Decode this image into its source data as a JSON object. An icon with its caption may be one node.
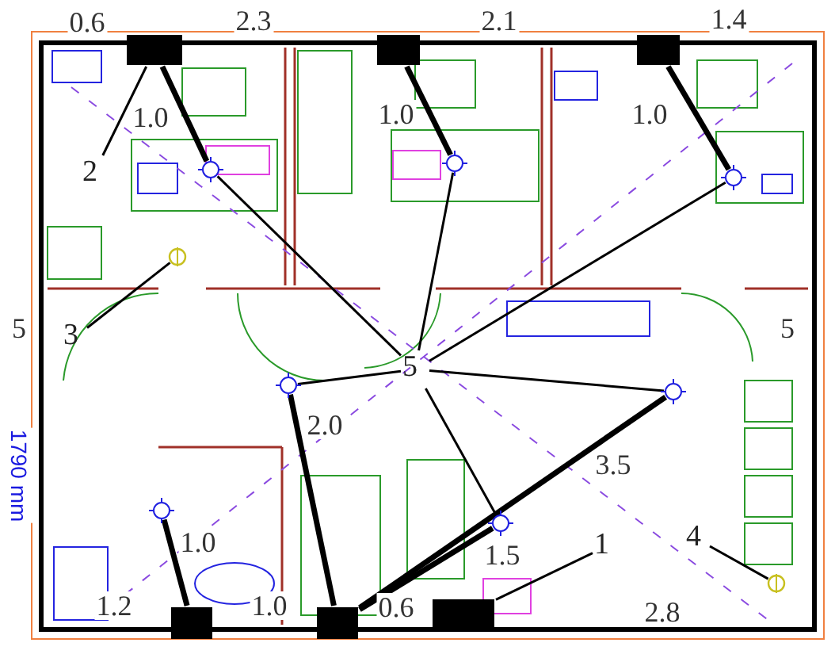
{
  "diagram": {
    "nodes": [
      {
        "text": [],
        "shape": "box"
      },
      {
        "text": [],
        "shape": "box"
      },
      {
        "text": [],
        "shape": "box"
      },
      {
        "text": [
          "2"
        ]
      },
      {
        "text": [],
        "shape": "circle"
      },
      {
        "text": [],
        "shape": "circle"
      },
      {
        "text": [],
        "shape": "circle"
      },
      {
        "text": [],
        "shape": "circle"
      },
      {
        "text": [
          "3"
        ]
      },
      {
        "text": [
          "5"
        ]
      },
      {
        "text": [],
        "shape": "circle"
      },
      {
        "text": [],
        "shape": "circle"
      },
      {
        "text": [],
        "shape": "circle"
      },
      {
        "text": [],
        "shape": "circle"
      },
      {
        "text": [
          "1"
        ]
      },
      {
        "text": [
          "4"
        ]
      },
      {
        "text": [],
        "shape": "circle"
      },
      {
        "text": [],
        "shape": "box"
      },
      {
        "text": [],
        "shape": "box"
      },
      {
        "text": [],
        "shape": "box"
      }
    ],
    "edges": [
      {
        "from": 0,
        "to": 4,
        "arrow": "none",
        "style": "thick"
      },
      {
        "from": 1,
        "to": 5,
        "arrow": "none",
        "style": "thick"
      },
      {
        "from": 2,
        "to": 6,
        "arrow": "none",
        "style": "thick"
      },
      {
        "from": 17,
        "to": 12,
        "arrow": "none",
        "style": "thick"
      },
      {
        "from": 18,
        "to": 10,
        "arrow": "none",
        "style": "thick"
      },
      {
        "from": 18,
        "to": 11,
        "arrow": "none",
        "style": "thick"
      },
      {
        "from": 18,
        "to": 13,
        "arrow": "none",
        "style": "thick"
      },
      {
        "from": 3,
        "to": 0,
        "arrow": "none"
      },
      {
        "from": 8,
        "to": 7,
        "arrow": "none"
      },
      {
        "from": 9,
        "to": 4,
        "arrow": "none"
      },
      {
        "from": 9,
        "to": 5,
        "arrow": "none"
      },
      {
        "from": 9,
        "to": 6,
        "arrow": "none"
      },
      {
        "from": 9,
        "to": 10,
        "arrow": "none"
      },
      {
        "from": 9,
        "to": 11,
        "arrow": "none"
      },
      {
        "from": 9,
        "to": 13,
        "arrow": "none"
      },
      {
        "from": 14,
        "to": 19,
        "arrow": "none"
      },
      {
        "from": 15,
        "to": 16,
        "arrow": "none"
      }
    ],
    "labels": [
      "0.6",
      "2.3",
      "2.1",
      "1.4",
      "1.0",
      "1.0",
      "1.0",
      "5",
      "5",
      "2.0",
      "3.5",
      "1790 mm",
      "1.0",
      "1.5",
      "1.2",
      "1.0",
      "0.6",
      "2.8"
    ]
  }
}
